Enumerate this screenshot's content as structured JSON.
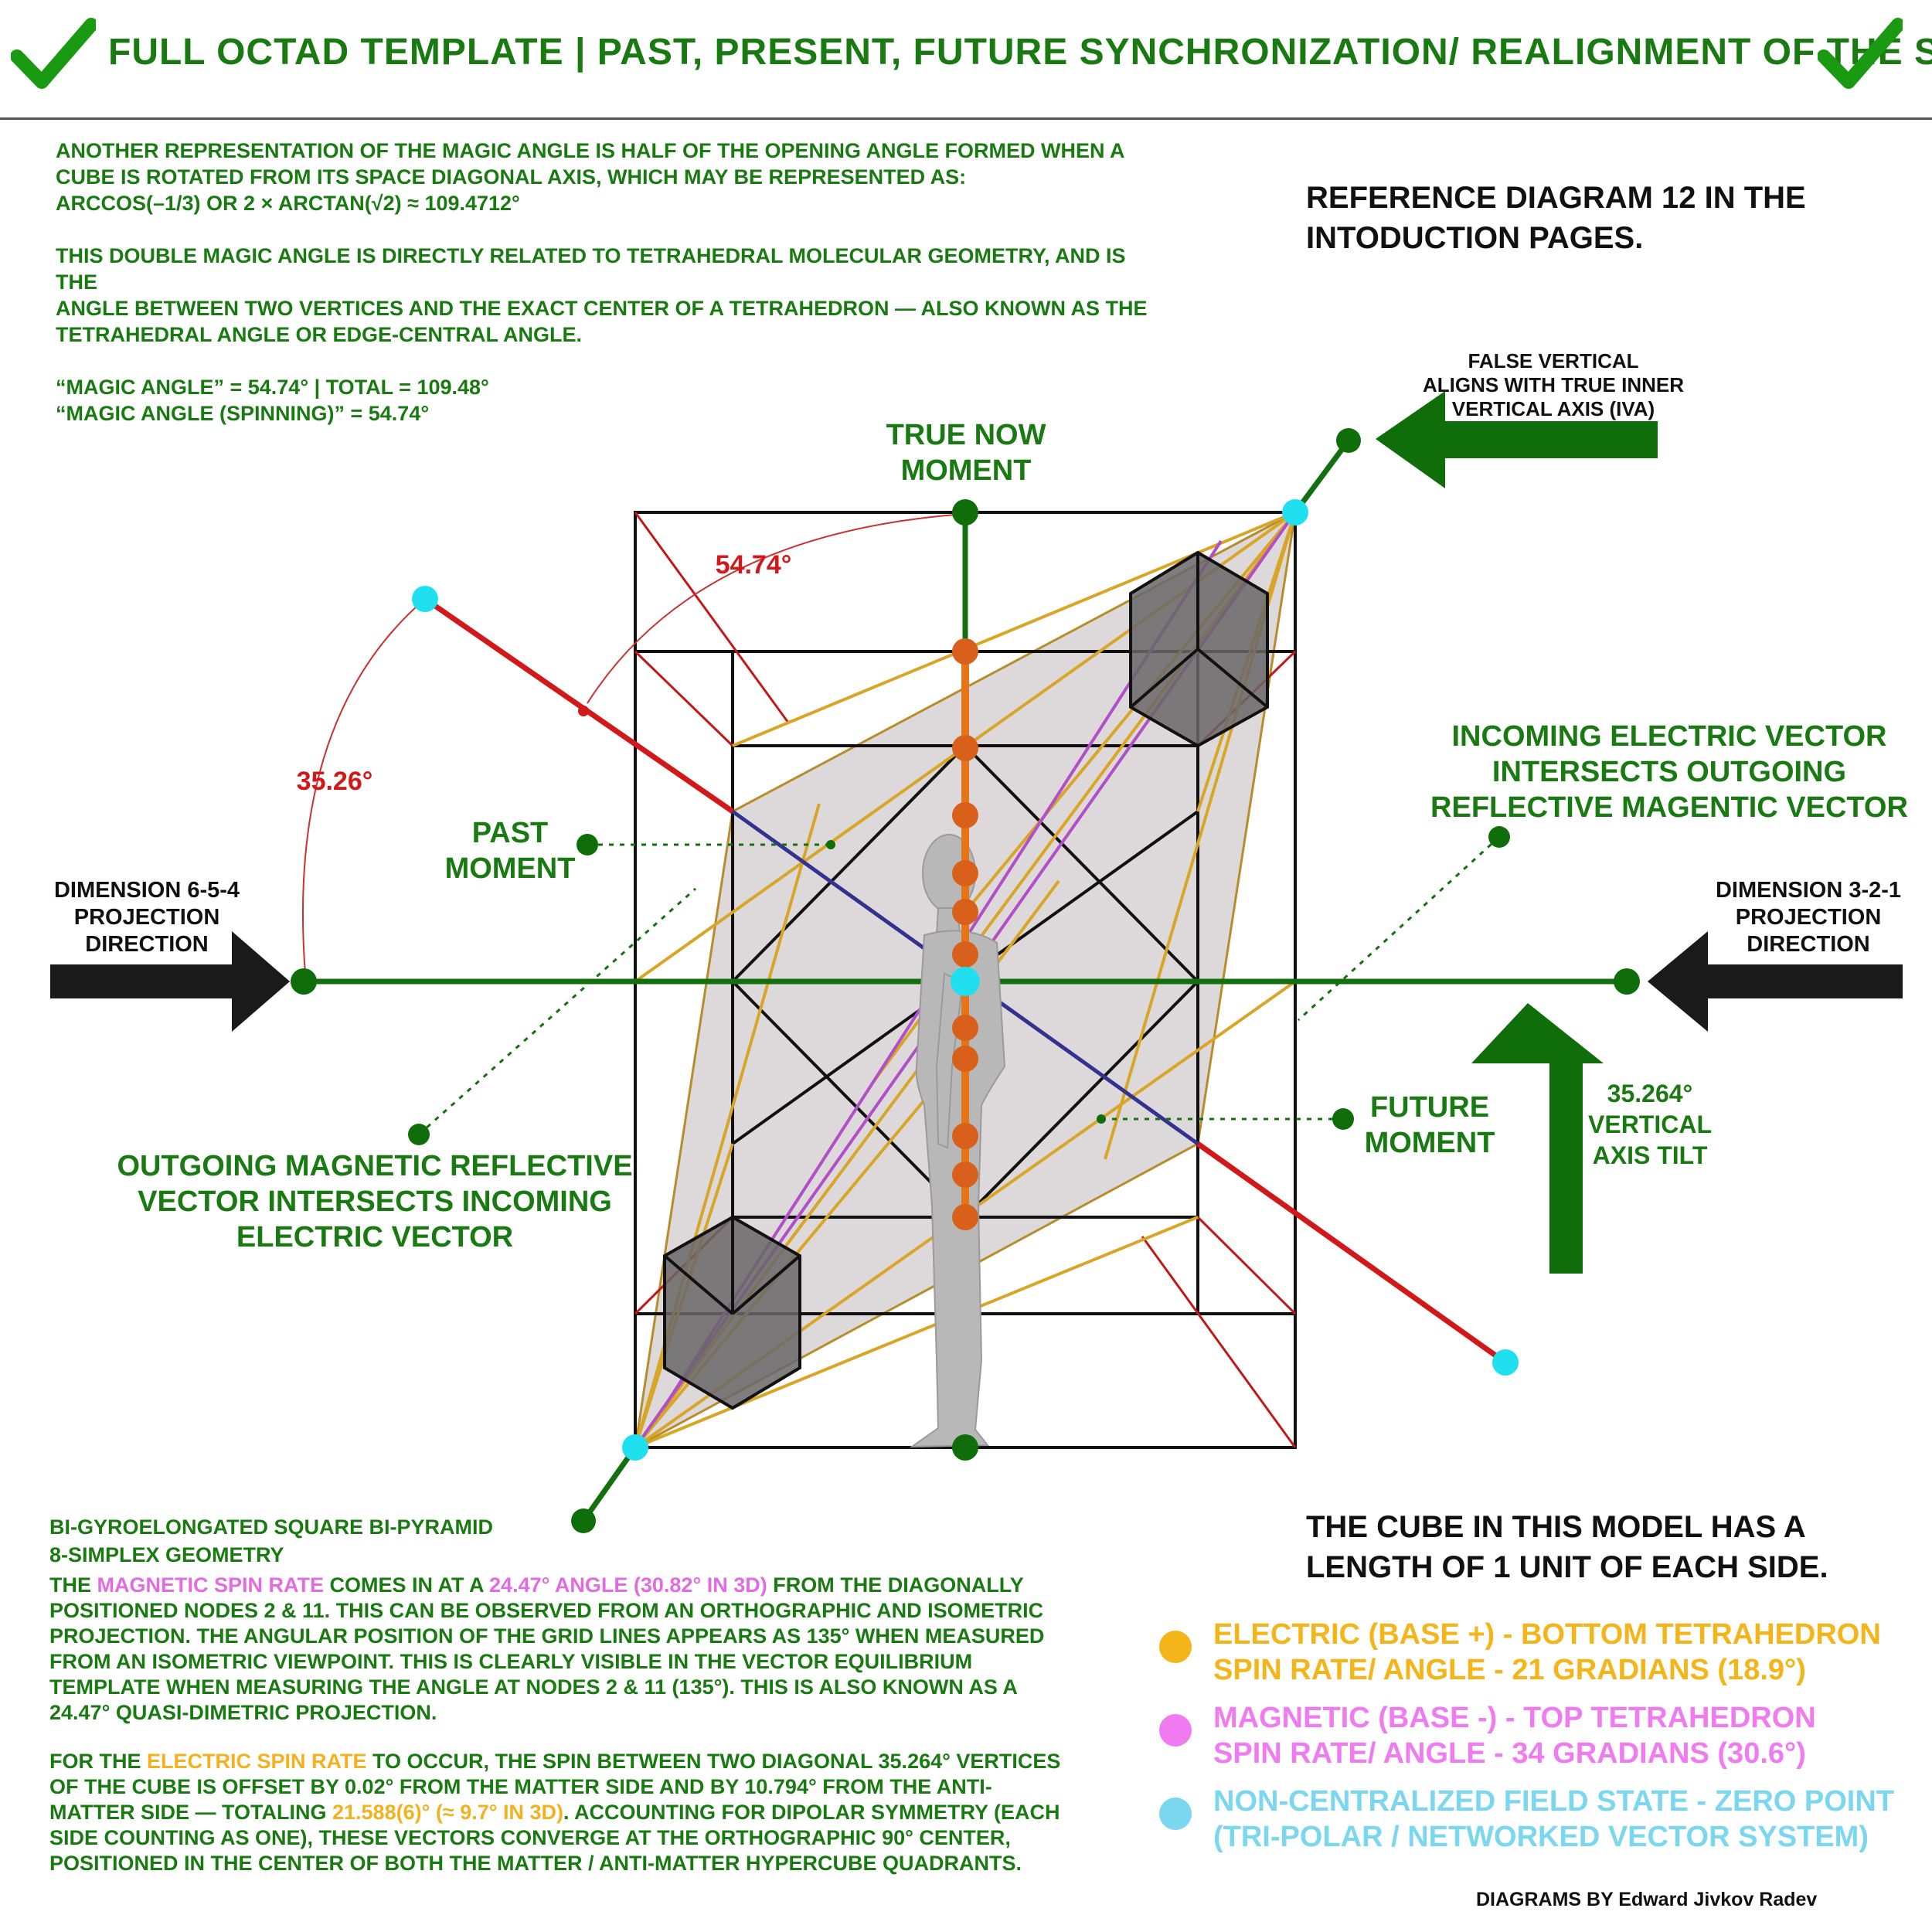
{
  "title": "FULL OCTAD TEMPLATE | PAST, PRESENT, FUTURE SYNCHRONIZATION/ REALIGNMENT OF THE SELF",
  "intro": {
    "p1_lines": [
      "ANOTHER REPRESENTATION OF THE MAGIC ANGLE IS HALF OF THE OPENING ANGLE FORMED WHEN A",
      "CUBE IS ROTATED FROM ITS SPACE DIAGONAL AXIS, WHICH MAY BE REPRESENTED AS:",
      "ARCCOS(–1/3) OR 2 × ARCTAN(√2) ≈ 109.4712°"
    ],
    "p2_lines": [
      "THIS DOUBLE MAGIC ANGLE IS DIRECTLY RELATED TO TETRAHEDRAL MOLECULAR GEOMETRY, AND IS THE",
      "ANGLE BETWEEN TWO VERTICES AND THE EXACT CENTER OF A TETRAHEDRON — ALSO KNOWN AS THE",
      "TETRAHEDRAL ANGLE OR EDGE-CENTRAL ANGLE."
    ],
    "p3_lines": [
      "“MAGIC ANGLE” = 54.74° | TOTAL = 109.48°",
      "“MAGIC ANGLE (SPINNING)” = 54.74°"
    ]
  },
  "reference": [
    "REFERENCE DIAGRAM 12 IN THE",
    "INTODUCTION PAGES."
  ],
  "false_vertical": [
    "FALSE VERTICAL",
    "ALIGNS WITH TRUE INNER",
    "VERTICAL AXIS (IVA)"
  ],
  "true_now": [
    "TRUE NOW",
    "MOMENT"
  ],
  "angle_top": "54.74°",
  "angle_left": "35.26°",
  "past_moment": [
    "PAST",
    "MOMENT"
  ],
  "incoming_electric": [
    "INCOMING ELECTRIC VECTOR",
    "INTERSECTS OUTGOING",
    "REFLECTIVE MAGENTIC VECTOR"
  ],
  "dim_left": [
    "DIMENSION 6-5-4",
    "PROJECTION",
    "DIRECTION"
  ],
  "dim_right": [
    "DIMENSION 3-2-1",
    "PROJECTION",
    "DIRECTION"
  ],
  "future_moment": [
    "FUTURE",
    "MOMENT"
  ],
  "vertical_tilt": [
    "35.264°",
    "VERTICAL",
    "AXIS TILT"
  ],
  "outgoing_magnetic": [
    "OUTGOING MAGNETIC REFLECTIVE",
    "VECTOR INTERSECTS INCOMING",
    "ELECTRIC VECTOR"
  ],
  "geometry": [
    "BI-GYROELONGATED SQUARE BI-PYRAMID",
    "8-SIMPLEX GEOMETRY"
  ],
  "bottom_p1": {
    "a": "THE ",
    "b": "MAGNETIC SPIN RATE",
    "c": " COMES IN AT A ",
    "d": "24.47° ANGLE (30.82° IN 3D)",
    "e": " FROM THE DIAGONALLY POSITIONED NODES 2 & 11. THIS CAN BE OBSERVED FROM AN ORTHOGRAPHIC AND ISOMETRIC PROJECTION. THE ANGULAR POSITION OF THE GRID LINES APPEARS AS 135° WHEN MEASURED FROM AN ISOMETRIC VIEWPOINT. THIS IS CLEARLY VISIBLE IN THE VECTOR EQUILIBRIUM TEMPLATE WHEN MEASURING THE ANGLE AT NODES 2 & 11 (135°). THIS IS ALSO KNOWN AS A 24.47° QUASI-DIMETRIC PROJECTION."
  },
  "bottom_p2": {
    "a": "FOR THE ",
    "b": "ELECTRIC SPIN RATE",
    "c": " TO OCCUR, THE SPIN BETWEEN TWO DIAGONAL 35.264° VERTICES OF THE CUBE IS OFFSET BY 0.02° FROM THE MATTER SIDE AND BY 10.794° FROM THE ANTI-MATTER SIDE — TOTALING ",
    "d": "21.588(6)° (≈ 9.7° IN 3D)",
    "e": ". ACCOUNTING FOR DIPOLAR SYMMETRY (EACH SIDE COUNTING AS ONE), THESE VECTORS CONVERGE AT THE ORTHOGRAPHIC 90° CENTER, POSITIONED IN THE CENTER OF BOTH THE MATTER / ANTI-MATTER HYPERCUBE QUADRANTS."
  },
  "cube_note": [
    "THE CUBE IN THIS MODEL HAS A",
    "LENGTH OF 1 UNIT OF EACH SIDE."
  ],
  "legend": [
    {
      "line1": "ELECTRIC (BASE +) - BOTTOM TETRAHEDRON",
      "line2": "SPIN RATE/ ANGLE - 21 GRADIANS (18.9°)",
      "color": "#f3b51a"
    },
    {
      "line1": "MAGNETIC (BASE -) - TOP TETRAHEDRON",
      "line2": "SPIN RATE/ ANGLE - 34 GRADIANS (30.6°)",
      "color": "#f07af0"
    },
    {
      "line1": "NON-CENTRALIZED FIELD STATE - ZERO POINT",
      "line2": "(TRI-POLAR / NETWORKED VECTOR SYSTEM)",
      "color": "#7ad7ef"
    }
  ],
  "credit": "DIAGRAMS BY Edward Jivkov Radev",
  "colors": {
    "green": "#1a7a12",
    "red": "#d21919",
    "blue": "#33338f",
    "orange": "#e6751a",
    "gold": "#d8a526",
    "purple": "#b04fc6",
    "cyan": "#20e0f0"
  },
  "icons": [
    "checkmark-icon",
    "arrow-left-icon",
    "arrow-right-icon",
    "arrow-up-icon",
    "human-figure-icon",
    "hexagon-cube-icon"
  ]
}
